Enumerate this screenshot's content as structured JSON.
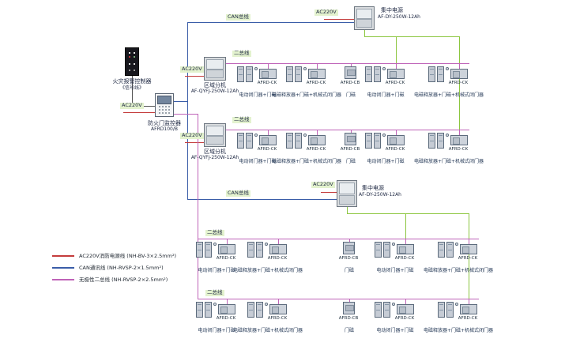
{
  "diagram": {
    "type": "fire-door-monitoring-system-wiring-diagram"
  },
  "devices": {
    "fire_alarm_controller": {
      "label": "火灾报警控制器",
      "note": "《信号线》"
    },
    "door_monitor": {
      "label": "防火门监控器",
      "model": "AFRD100/B",
      "power": "AC220V"
    },
    "central_power_top": {
      "label": "集中电源",
      "model": "AF-DY-250W-12Ah",
      "power": "AC220V"
    },
    "central_power_mid": {
      "label": "集中电源",
      "model": "AF-DY-250W-12Ah",
      "power": "AC220V"
    },
    "zone_unit_1": {
      "label": "区域分机",
      "model": "AF-QYFJ-250W-12Ah",
      "power": "AC220V"
    },
    "zone_unit_2": {
      "label": "区域分机",
      "model": "AF-QYFJ-250W-12Ah",
      "power": "AC220V"
    }
  },
  "bus_labels": {
    "can_top": "CAN总线",
    "can_mid": "CAN总线",
    "two_bus_row1": "二总线",
    "two_bus_row2": "二总线",
    "two_bus_row4": "二总线",
    "two_bus_row5": "二总线"
  },
  "rows": [
    {
      "groups": [
        {
          "module": "AFRD-CK",
          "label": "电动闭门器+门磁"
        },
        {
          "module": "AFRD-CK",
          "label": "电磁释放器+门磁+机械式闭门器"
        },
        {
          "module": "AFRD-CB",
          "label": "门磁"
        },
        {
          "module": "AFRD-CK",
          "label": "电动闭门器+门磁"
        },
        {
          "module": "AFRD-CK",
          "label": "电磁释放器+门磁+机械式闭门器"
        }
      ]
    },
    {
      "groups": [
        {
          "module": "AFRD-CK",
          "label": "电动闭门器+门磁"
        },
        {
          "module": "AFRD-CK",
          "label": "电磁释放器+门磁+机械式闭门器"
        },
        {
          "module": "AFRD-CB",
          "label": "门磁"
        },
        {
          "module": "AFRD-CK",
          "label": "电动闭门器+门磁"
        },
        {
          "module": "AFRD-CK",
          "label": "电磁释放器+门磁+机械式闭门器"
        }
      ]
    },
    {
      "groups": [
        {
          "module": "AFRD-CK",
          "label": "电动闭门器+门磁"
        },
        {
          "module": "AFRD-CK",
          "label": "电磁释放器+门磁+机械式闭门器"
        },
        {
          "module": "AFRD-CB",
          "label": "门磁"
        },
        {
          "module": "AFRD-CK",
          "label": "电动闭门器+门磁"
        },
        {
          "module": "AFRD-CK",
          "label": "电磁释放器+门磁+机械式闭门器"
        }
      ]
    },
    {
      "groups": [
        {
          "module": "AFRD-CK",
          "label": "电动闭门器+门磁"
        },
        {
          "module": "AFRD-CK",
          "label": "电磁释放器+门磁+机械式闭门器"
        },
        {
          "module": "AFRD-CB",
          "label": "门磁"
        },
        {
          "module": "AFRD-CK",
          "label": "电动闭门器+门磁"
        },
        {
          "module": "AFRD-CK",
          "label": "电磁释放器+门磁+机械式闭门器"
        }
      ]
    }
  ],
  "legend": {
    "items": [
      {
        "label": "AC220V消防电源线 (NH-BV-3×2.5mm²)",
        "color": "#c43c3c"
      },
      {
        "label": "CAN通讯线 (NH-RVSP-2×1.5mm²)",
        "color": "#3a5da8"
      },
      {
        "label": "无极性二总线 (NH-RVSP-2×2.5mm²)",
        "color": "#bf63b8"
      }
    ]
  },
  "wire_colors": {
    "power": "#c43c3c",
    "can": "#3a5da8",
    "two_bus": "#bf63b8",
    "dc_output": "#8cc63f"
  }
}
